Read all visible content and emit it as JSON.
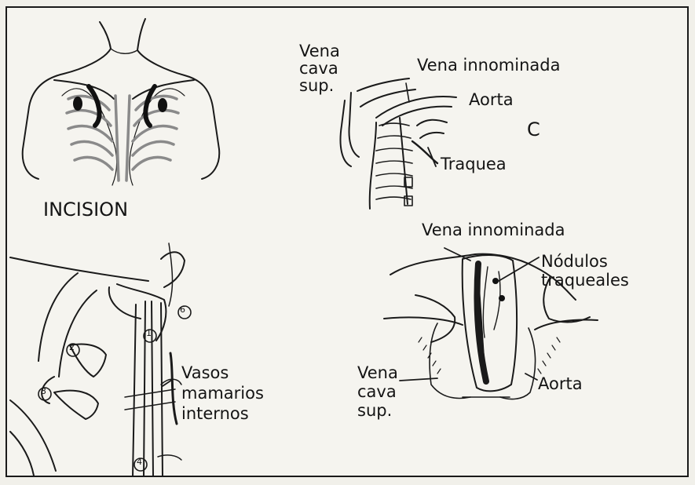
{
  "panel_a": {
    "caption": "INCISION"
  },
  "panel_b": {
    "labels": {
      "vena_cava_line1": "Vena",
      "vena_cava_line2": "cava",
      "vena_cava_line3": "sup.",
      "vena_innominada": "Vena innominada",
      "aorta": "Aorta",
      "panel_letter": "C",
      "traquea": "Traquea"
    }
  },
  "panel_c": {
    "labels": {
      "vasos_line1": "Vasos",
      "vasos_line2": "mamarios",
      "vasos_line3": "internos"
    },
    "numbered_markers": [
      "6",
      "1",
      "2",
      "3",
      "4"
    ]
  },
  "panel_d": {
    "labels": {
      "vena_innominada": "Vena innominada",
      "nodulos_line1": "Nódulos",
      "nodulos_line2": "traqueales",
      "vena_cava_line1": "Vena",
      "vena_cava_line2": "cava",
      "vena_cava_line3": "sup.",
      "aorta": "Aorta"
    }
  }
}
